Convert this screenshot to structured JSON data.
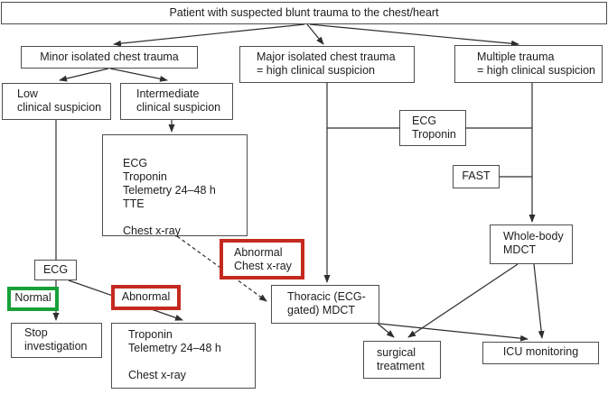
{
  "nodes": {
    "patient": {
      "label": "Patient with suspected blunt trauma to the chest/heart"
    },
    "minor": {
      "label": "Minor isolated chest trauma"
    },
    "major": {
      "label": "Major isolated chest trauma\n= high clinical suspicion"
    },
    "multiple": {
      "label": "Multiple trauma\n= high clinical suspicion"
    },
    "low": {
      "label": "Low\nclinical suspicion"
    },
    "intermediate": {
      "label": "Intermediate\nclinical suspicion"
    },
    "intermediate_workup": {
      "label": "ECG\nTroponin\nTelemetry 24–48 h\nTTE\n\nChest x-ray"
    },
    "ecg_troponin": {
      "label": "ECG\nTroponin"
    },
    "fast": {
      "label": "FAST"
    },
    "whole_body_mdct": {
      "label": "Whole-body\nMDCT"
    },
    "ecg": {
      "label": "ECG"
    },
    "normal": {
      "label": "Normal"
    },
    "abnormal": {
      "label": "Abnormal"
    },
    "stop": {
      "label": "Stop\ninvestigation"
    },
    "troponin_workup": {
      "label": "Troponin\nTelemetry 24–48 h\n\nChest x-ray"
    },
    "abnormal_cxr": {
      "label": "Abnormal\nChest x-ray"
    },
    "thoracic_mdct": {
      "label": "Thoracic (ECG-\ngated) MDCT"
    },
    "surgical": {
      "label": "surgical\ntreatment"
    },
    "icu": {
      "label": "ICU monitoring"
    }
  },
  "colors": {
    "highlight_green": "#18a038",
    "highlight_red": "#c5291f",
    "box_border": "#4d4d4d",
    "line": "#2e2e2e"
  }
}
